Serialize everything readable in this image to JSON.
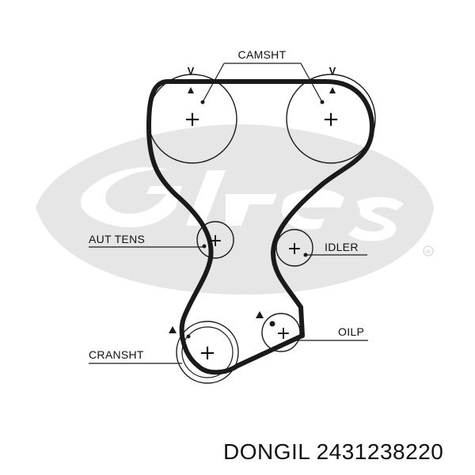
{
  "labels": {
    "camshaft": "CAMSHT",
    "tensioner": "AUT TENS",
    "idler": "IDLER",
    "oil_pump": "OILP",
    "crankshaft": "CRANSHT"
  },
  "timing_marks": {
    "left": "V",
    "right": "V"
  },
  "pulley_center_symbol": "+",
  "caption": "DONGIL 2431238220",
  "watermark": {
    "registered_symbol": "®"
  },
  "colors": {
    "belt": "#1a1a1a",
    "watermark": "#e6e6e6",
    "text": "#111111"
  },
  "icons": [
    "gates-logo-watermark",
    "pulley-icon",
    "timing-mark-triangle-icon"
  ]
}
